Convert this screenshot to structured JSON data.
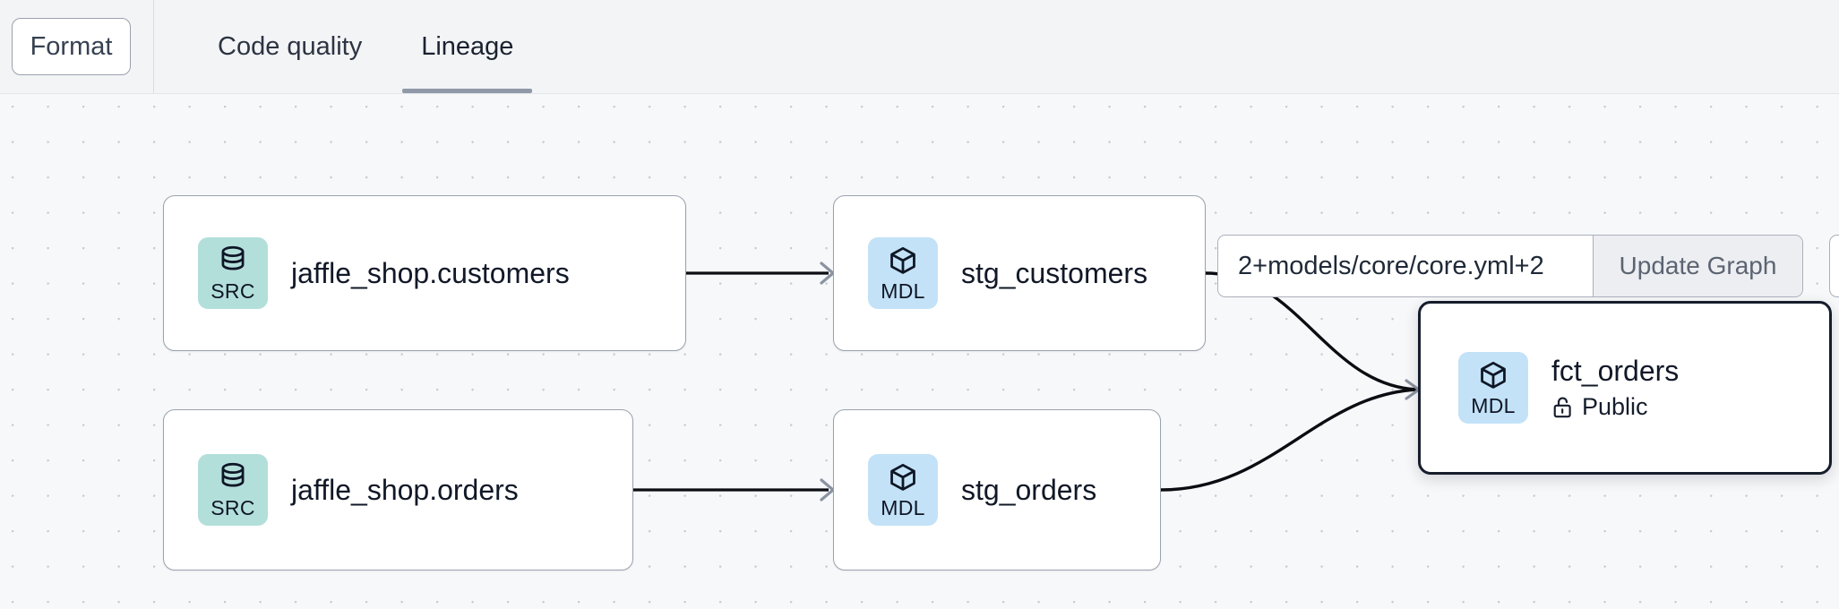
{
  "toolbar": {
    "format_button": "Format",
    "tabs": [
      {
        "label": "Code quality",
        "active": false
      },
      {
        "label": "Lineage",
        "active": true
      }
    ]
  },
  "graph_control": {
    "selector_value": "2+models/core/core.yml+2",
    "selector_placeholder": "2+models/core/core.yml+2",
    "update_button": "Update Graph"
  },
  "lineage": {
    "nodes": [
      {
        "id": "src_customers",
        "title": "jaffle_shop.customers",
        "badge_label": "SRC",
        "badge_type": "src",
        "badge_icon": "database-icon",
        "selected": false,
        "meta": null
      },
      {
        "id": "stg_customers",
        "title": "stg_customers",
        "badge_label": "MDL",
        "badge_type": "mdl",
        "badge_icon": "cube-icon",
        "selected": false,
        "meta": null
      },
      {
        "id": "src_orders",
        "title": "jaffle_shop.orders",
        "badge_label": "SRC",
        "badge_type": "src",
        "badge_icon": "database-icon",
        "selected": false,
        "meta": null
      },
      {
        "id": "stg_orders",
        "title": "stg_orders",
        "badge_label": "MDL",
        "badge_type": "mdl",
        "badge_icon": "cube-icon",
        "selected": false,
        "meta": null
      },
      {
        "id": "fct_orders",
        "title": "fct_orders",
        "badge_label": "MDL",
        "badge_type": "mdl",
        "badge_icon": "cube-icon",
        "selected": true,
        "meta": {
          "label": "Public",
          "icon": "unlock-icon"
        }
      }
    ],
    "edges": [
      {
        "from": "src_customers",
        "to": "stg_customers"
      },
      {
        "from": "src_orders",
        "to": "stg_orders"
      },
      {
        "from": "stg_customers",
        "to": "fct_orders"
      },
      {
        "from": "stg_orders",
        "to": "fct_orders"
      }
    ]
  },
  "colors": {
    "canvas_background": "#f7f8fa",
    "grid_dot": "#c8ccd4",
    "toolbar_background": "#f3f4f6",
    "src_badge": "#b3dfdb",
    "mdl_badge": "#c3e2f7",
    "node_border": "#9aa2ae",
    "node_border_selected": "#161d2c",
    "edge_stroke": "#0b0d12",
    "tab_underline": "#9099a8"
  }
}
